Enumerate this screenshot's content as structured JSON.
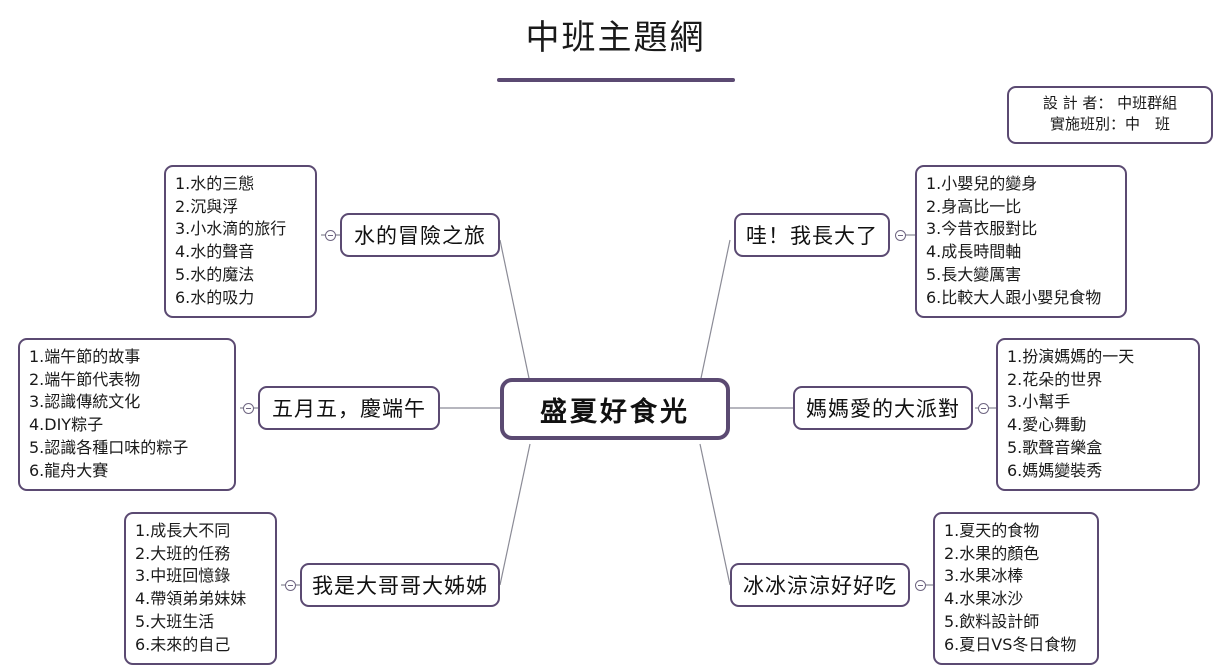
{
  "page": {
    "title": "中班主題網",
    "accent_color": "#5b4a72",
    "edge_color": "#8b8b96",
    "background": "#ffffff"
  },
  "info_box": {
    "name": "designer-info",
    "lines": [
      "設 計 者： 中班群組",
      "實施班別：中　班"
    ]
  },
  "center": {
    "label": "盛夏好食光"
  },
  "branches": [
    {
      "id": "water",
      "topic": "水的冒險之旅",
      "position": "top-left",
      "items": [
        "1.水的三態",
        "2.沉與浮",
        "3.小水滴的旅行",
        "4.水的聲音",
        "5.水的魔法",
        "6.水的吸力"
      ]
    },
    {
      "id": "growup",
      "topic": "哇！我長大了",
      "position": "top-right",
      "items": [
        "1.小嬰兒的變身",
        "2.身高比一比",
        "3.今昔衣服對比",
        "4.成長時間軸",
        "5.長大變厲害",
        "6.比較大人跟小嬰兒食物"
      ]
    },
    {
      "id": "dragonboat",
      "topic": "五月五，慶端午",
      "position": "middle-left",
      "items": [
        "1.端午節的故事",
        "2.端午節代表物",
        "3.認識傳統文化",
        "4.DIY粽子",
        "5.認識各種口味的粽子",
        "6.龍舟大賽"
      ]
    },
    {
      "id": "mother",
      "topic": "媽媽愛的大派對",
      "position": "middle-right",
      "items": [
        "1.扮演媽媽的一天",
        "2.花朵的世界",
        "3.小幫手",
        "4.愛心舞動",
        "5.歌聲音樂盒",
        "6.媽媽變裝秀"
      ]
    },
    {
      "id": "bigbrother",
      "topic": "我是大哥哥大姊姊",
      "position": "bottom-left",
      "items": [
        "1.成長大不同",
        "2.大班的任務",
        "3.中班回憶錄",
        "4.帶領弟弟妹妹",
        "5.大班生活",
        "6.未來的自己"
      ]
    },
    {
      "id": "coolfood",
      "topic": "冰冰涼涼好好吃",
      "position": "bottom-right",
      "items": [
        "1.夏天的食物",
        "2.水果的顏色",
        "3.水果冰棒",
        "4.水果冰沙",
        "5.飲料設計師",
        "6.夏日VS冬日食物"
      ]
    }
  ]
}
